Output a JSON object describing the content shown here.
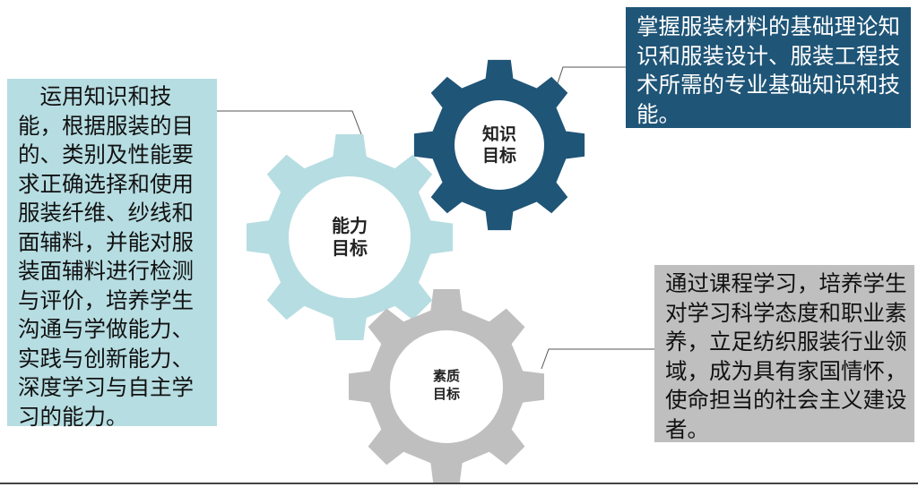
{
  "gears": [
    {
      "id": "knowledge",
      "label_line1": "知识",
      "label_line2": "目标",
      "color": "#1f5577"
    },
    {
      "id": "ability",
      "label_line1": "能力",
      "label_line2": "目标",
      "color": "#b6dde2"
    },
    {
      "id": "quality",
      "label_line1": "素质",
      "label_line2": "目标",
      "color": "#bfbfbf"
    }
  ],
  "boxes": {
    "ability": "　运用知识和技能，根据服装的目的、类别及性能要求正确选择和使用服装纤维、纱线和面辅料，并能对服装面辅料进行检测与评价，培养学生沟通与学做能力、实践与创新能力、深度学习与自主学习的能力。",
    "knowledge": "掌握服装材料的基础理论知识和服装设计、服装工程技术所需的专业基础知识和技能。",
    "quality": "通过课程学习，培养学生对学习科学态度和职业素养，立足纺织服装行业领域，成为具有家国情怀，使命担当的社会主义建设者。"
  }
}
